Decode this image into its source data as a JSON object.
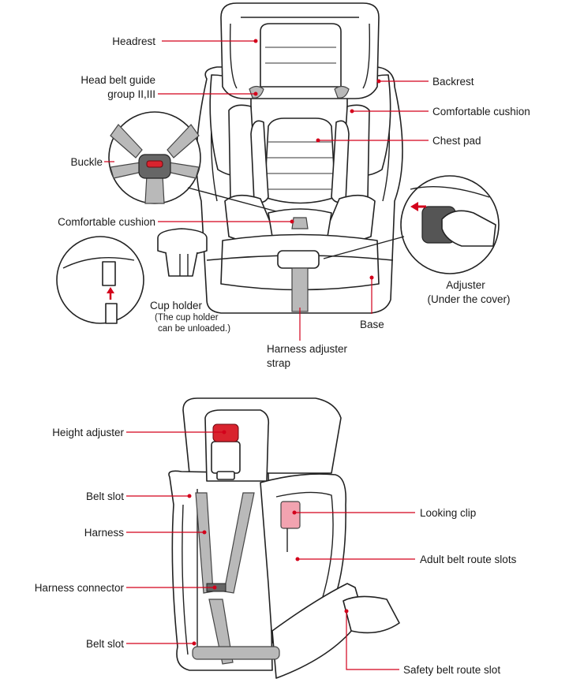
{
  "colors": {
    "leader_line": "#d3001b",
    "outline": "#222222",
    "harness_grey": "#b9b9b9",
    "height_adjuster_red": "#d9232e",
    "locking_clip_pink": "#f2a3b0"
  },
  "top_figure": {
    "labels": {
      "headrest": "Headrest",
      "head_belt_guide_line1": "Head belt guide",
      "head_belt_guide_line2": "group II,III",
      "buckle": "Buckle",
      "comfortable_cushion_left": "Comfortable cushion",
      "backrest": "Backrest",
      "comfortable_cushion_right": "Comfortable cushion",
      "chest_pad": "Chest pad",
      "adjuster": "Adjuster",
      "adjuster_note": "(Under the cover)",
      "cup_holder": "Cup holder",
      "cup_holder_note_line1": "(The cup holder",
      "cup_holder_note_line2": "can be unloaded.)",
      "base": "Base",
      "harness_adjuster_line1": "Harness adjuster",
      "harness_adjuster_line2": "strap"
    }
  },
  "bottom_figure": {
    "labels": {
      "height_adjuster": "Height  adjuster",
      "belt_slot_top": "Belt slot",
      "harness": "Harness",
      "harness_connector": "Harness  connector",
      "belt_slot_bottom": "Belt slot",
      "looking_clip": "Looking clip",
      "adult_belt_route_slots": "Adult belt route slots",
      "safety_belt_route_slot": "Safety belt route slot"
    }
  }
}
